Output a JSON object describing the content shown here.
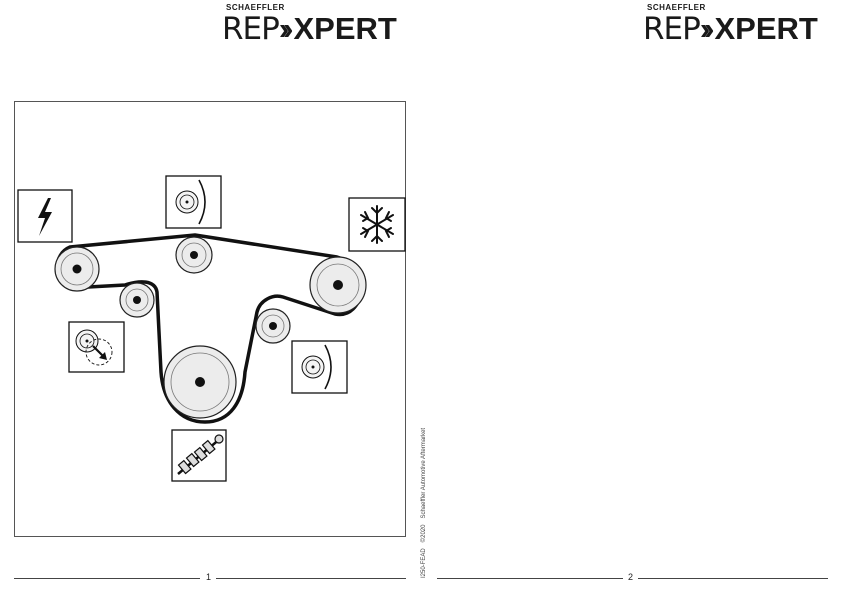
{
  "header": {
    "brand_small": "SCHAEFFLER",
    "logo_rep": "REP",
    "logo_chevron": "››",
    "logo_xpert": "XPERT"
  },
  "diagram": {
    "icons": {
      "alternator": "lightning-icon",
      "air_conditioning": "snowflake-icon",
      "idler": "idler-pulley-icon",
      "tensioner": "tensioner-icon",
      "crankshaft": "crankshaft-icon"
    },
    "colors": {
      "belt": "#111111",
      "pulley_fill": "#ececec",
      "border": "#555555"
    }
  },
  "footer": {
    "page_left": "1",
    "page_right": "2",
    "side_code": "I250-FEAD",
    "side_copyright": "©2020",
    "side_company": "Schaeffler Automotive Aftermarket"
  }
}
